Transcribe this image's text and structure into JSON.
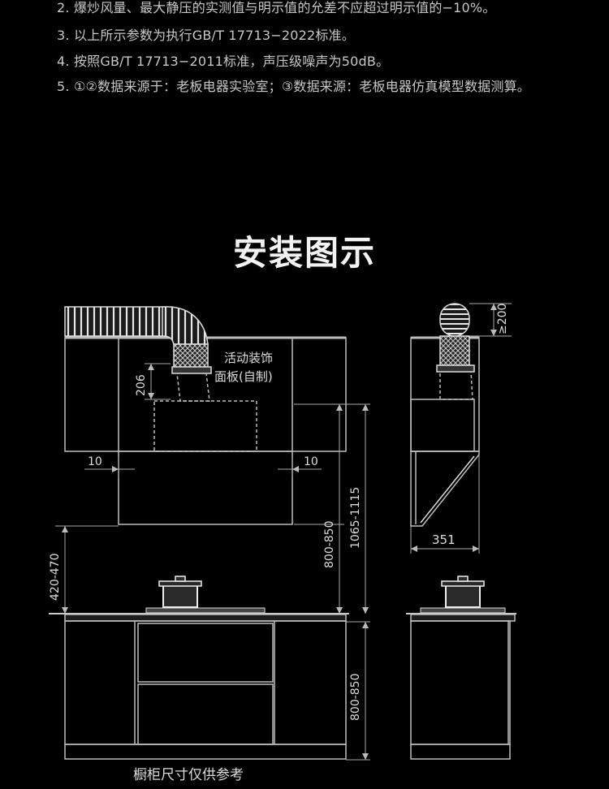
{
  "notes": [
    "2. 爆炒风量、最大静压的实测值与明示值的允差不应超过明示值的−10%。",
    "3. 以上所示参数为执行GB/T 17713−2022标准。",
    "4. 按照GB/T 17713−2011标准，声压级噪声为50dB。",
    "5. ①②数据来源于：老板电器实验室；③数据来源：老板电器仿真模型数据测算。"
  ],
  "title": "安装图示",
  "diagram": {
    "panel_label_line1": "活动装饰",
    "panel_label_line2": "面板(自制)",
    "dim_206": "206",
    "dim_10_left": "10",
    "dim_10_right": "10",
    "dim_hood_height": "800-850",
    "dim_total_height": "1065-1115",
    "dim_side_420": "420-470",
    "dim_cabinet_height": "800-850",
    "dim_duct": "≥200",
    "dim_depth": "351",
    "footer_label": "橱柜尺寸仅供参考"
  }
}
